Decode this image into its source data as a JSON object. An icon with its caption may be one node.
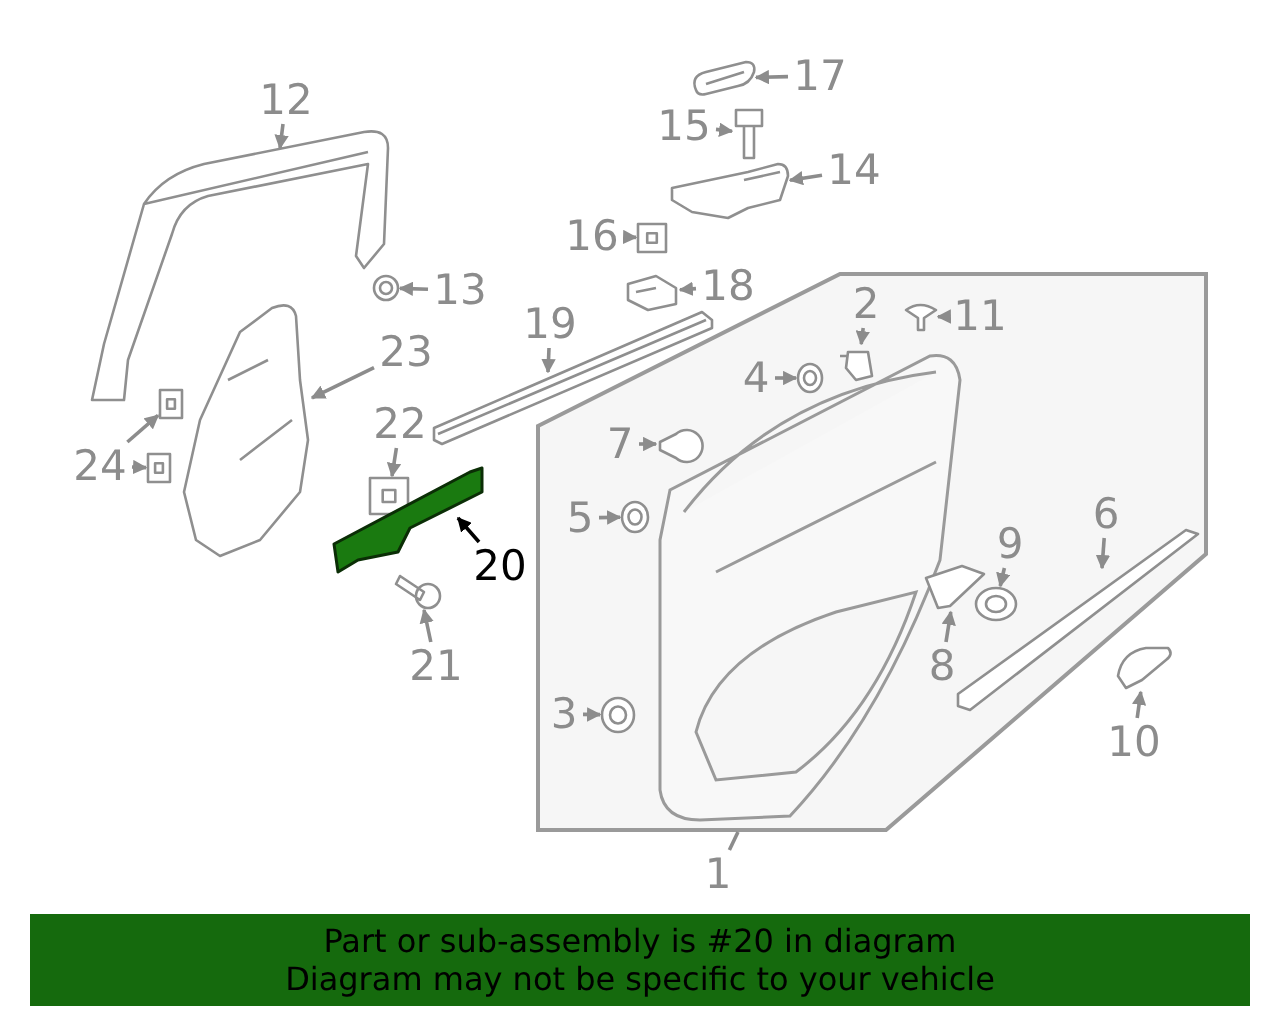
{
  "diagram": {
    "nodes": [
      {
        "text": [],
        "shape": "box"
      },
      {
        "text": [
          "12"
        ]
      },
      {
        "text": [],
        "shape": "picture"
      },
      {
        "text": [
          "17"
        ]
      },
      {
        "text": [],
        "shape": "picture"
      },
      {
        "text": [
          "15"
        ]
      },
      {
        "text": [],
        "shape": "picture"
      },
      {
        "text": [
          "14"
        ]
      },
      {
        "text": [],
        "shape": "picture"
      },
      {
        "text": [
          "16"
        ]
      },
      {
        "text": [],
        "shape": "box"
      },
      {
        "text": [
          "13"
        ]
      },
      {
        "text": [],
        "shape": "circle"
      },
      {
        "text": [
          "18"
        ]
      },
      {
        "text": [],
        "shape": "picture"
      },
      {
        "text": [
          "2"
        ],
        "in": 0
      },
      {
        "text": [],
        "shape": "picture",
        "in": 0
      },
      {
        "text": [
          "11"
        ],
        "in": 0
      },
      {
        "text": [],
        "shape": "picture",
        "in": 0
      },
      {
        "text": [
          "19"
        ]
      },
      {
        "text": [],
        "shape": "picture"
      },
      {
        "text": [
          "23"
        ]
      },
      {
        "text": [],
        "shape": "picture"
      },
      {
        "text": [
          "4"
        ],
        "in": 0
      },
      {
        "text": [],
        "shape": "circle",
        "in": 0
      },
      {
        "text": [
          "22"
        ]
      },
      {
        "text": [],
        "shape": "box"
      },
      {
        "text": [
          "7"
        ],
        "in": 0
      },
      {
        "text": [],
        "shape": "picture",
        "in": 0
      },
      {
        "text": [
          "24"
        ]
      },
      {
        "text": [],
        "shape": "box"
      },
      {
        "text": [],
        "shape": "box"
      },
      {
        "text": [
          "5"
        ],
        "in": 0
      },
      {
        "text": [],
        "shape": "circle",
        "in": 0
      },
      {
        "text": [
          "20"
        ]
      },
      {
        "text": [],
        "shape": "picture"
      },
      {
        "text": [
          "6"
        ],
        "in": 0
      },
      {
        "text": [],
        "shape": "picture",
        "in": 0
      },
      {
        "text": [
          "9"
        ],
        "in": 0
      },
      {
        "text": [],
        "shape": "circle",
        "in": 0
      },
      {
        "text": [
          "8"
        ],
        "in": 0
      },
      {
        "text": [],
        "shape": "picture",
        "in": 0
      },
      {
        "text": [
          "21"
        ]
      },
      {
        "text": [],
        "shape": "picture"
      },
      {
        "text": [
          "3"
        ],
        "in": 0
      },
      {
        "text": [],
        "shape": "circle",
        "in": 0
      },
      {
        "text": [
          "10"
        ]
      },
      {
        "text": [],
        "shape": "picture"
      },
      {
        "text": [
          "1"
        ]
      },
      {
        "text": [
          "Part or sub-assembly is #20 in diagram",
          "Diagram may not be specific to your vehicle"
        ]
      }
    ],
    "edges": [
      {
        "from": 1,
        "to": 2,
        "arrow": "to"
      },
      {
        "from": 3,
        "to": 4,
        "arrow": "to"
      },
      {
        "from": 5,
        "to": 6,
        "arrow": "to"
      },
      {
        "from": 7,
        "to": 8,
        "arrow": "to"
      },
      {
        "from": 9,
        "to": 10,
        "arrow": "to"
      },
      {
        "from": 11,
        "to": 12,
        "arrow": "to"
      },
      {
        "from": 13,
        "to": 14,
        "arrow": "to"
      },
      {
        "from": 15,
        "to": 16,
        "arrow": "to"
      },
      {
        "from": 17,
        "to": 18,
        "arrow": "to"
      },
      {
        "from": 19,
        "to": 20,
        "arrow": "to"
      },
      {
        "from": 21,
        "to": 22,
        "arrow": "to"
      },
      {
        "from": 23,
        "to": 24,
        "arrow": "to"
      },
      {
        "from": 25,
        "to": 26,
        "arrow": "to"
      },
      {
        "from": 27,
        "to": 28,
        "arrow": "to"
      },
      {
        "from": 29,
        "to": 30,
        "arrow": "to"
      },
      {
        "from": 29,
        "to": 31,
        "arrow": "to"
      },
      {
        "from": 32,
        "to": 33,
        "arrow": "to"
      },
      {
        "from": 34,
        "to": 35,
        "arrow": "to",
        "color": "#000000"
      },
      {
        "from": 36,
        "to": 37,
        "arrow": "to"
      },
      {
        "from": 38,
        "to": 39,
        "arrow": "to"
      },
      {
        "from": 40,
        "to": 41,
        "arrow": "to"
      },
      {
        "from": 42,
        "to": 43,
        "arrow": "to"
      },
      {
        "from": 44,
        "to": 45,
        "arrow": "to"
      },
      {
        "from": 46,
        "to": 47,
        "arrow": "to"
      },
      {
        "from": 48,
        "to": 0,
        "arrow": "none"
      }
    ]
  }
}
